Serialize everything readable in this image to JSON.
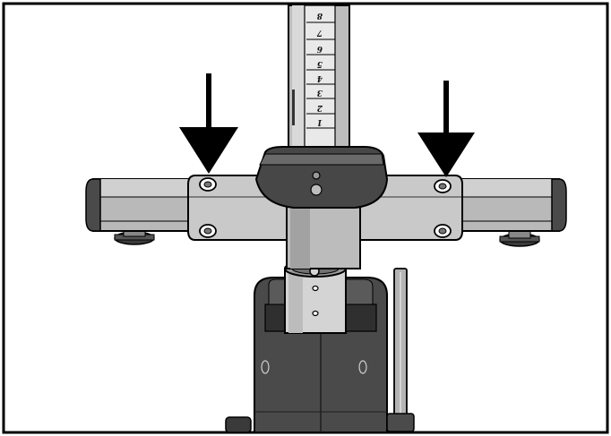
{
  "diagram": {
    "scale_numbers": [
      "8",
      "7",
      "6",
      "5",
      "4",
      "3",
      "2",
      "1"
    ],
    "arrow_count": 2,
    "colors": {
      "frame": "#000000",
      "metal_light": "#cfcfcf",
      "metal_mid": "#a9a9a9",
      "metal_dark": "#6f6f6f",
      "plastic_dark": "#3f3f3f",
      "background": "#ffffff"
    }
  }
}
